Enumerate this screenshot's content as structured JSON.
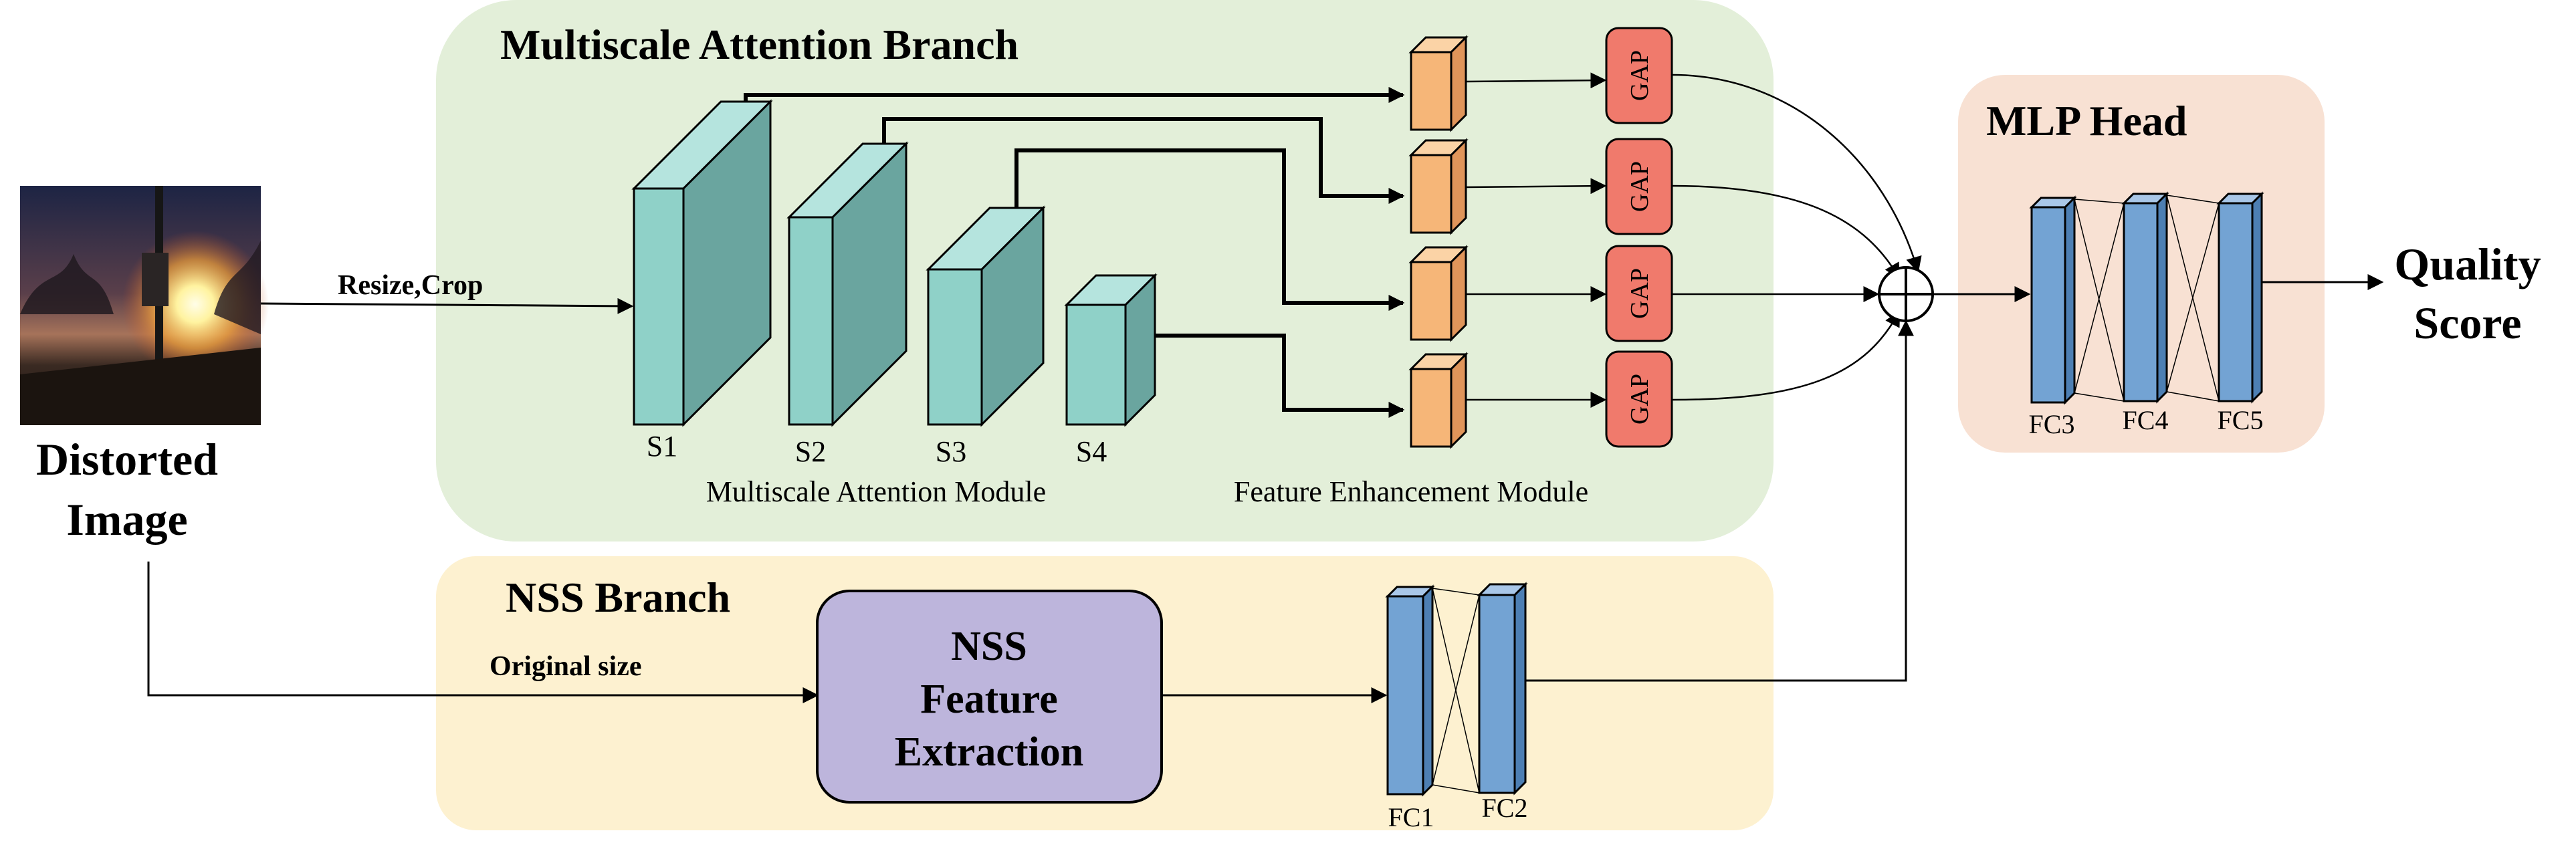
{
  "branches": {
    "multiscale": "Multiscale Attention Branch",
    "nss": "NSS Branch",
    "mlp": "MLP Head"
  },
  "input": {
    "label_line1": "Distorted",
    "label_line2": "Image",
    "resize_label": "Resize,Crop",
    "original_label": "Original size"
  },
  "stages": [
    "S1",
    "S2",
    "S3",
    "S4"
  ],
  "modules": {
    "attention": "Multiscale Attention Module",
    "enhancement": "Feature Enhancement Module"
  },
  "gap": [
    "GAP",
    "GAP",
    "GAP",
    "GAP"
  ],
  "nss_box": [
    "NSS",
    "Feature",
    "Extraction"
  ],
  "fc_nss": [
    "FC1",
    "FC2"
  ],
  "fc_head": [
    "FC3",
    "FC4",
    "FC5"
  ],
  "output": {
    "line1": "Quality",
    "line2": "Score"
  },
  "colors": {
    "green_panel": "#e3efd9",
    "yellow_panel": "#fdf1d0",
    "orange_panel": "#f8e1d3",
    "stage_front": "#8fd1c8",
    "stage_top": "#b5e4de",
    "stage_side": "#6aa59f",
    "fe_front": "#f6b678",
    "fe_top": "#fbd3a6",
    "fe_side": "#e0955a",
    "gap_fill": "#f07a6c",
    "nss_fill": "#bdb5dc",
    "fc_front": "#73a3d3",
    "fc_top": "#a9c7e8",
    "fc_side": "#4d7fb3"
  }
}
